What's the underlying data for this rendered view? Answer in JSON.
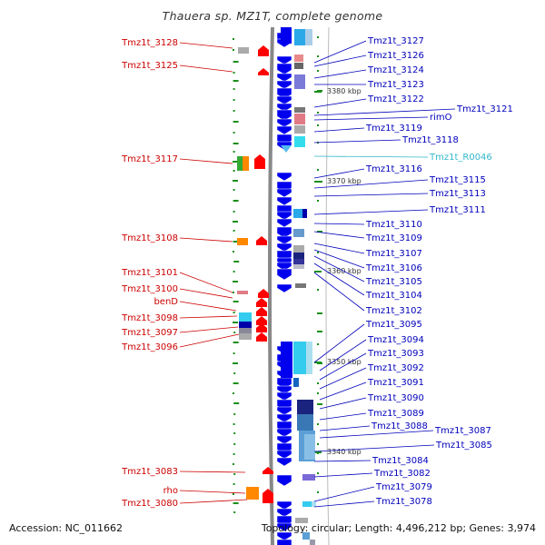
{
  "title": "Thauera sp. MZ1T, complete genome",
  "footer": {
    "accession": "Accession: NC_011662",
    "topology": "Topology: circular; Length: 4,496,212 bp; Genes: 3,974"
  },
  "colors": {
    "forward_strand": "#0000ee",
    "reverse_strand": "#ff0000",
    "left_label": "#cc0000",
    "right_label": "#0000bb",
    "rna_label": "#33b8cc",
    "tick": "#1a8f1a"
  },
  "ticks": [
    {
      "label": "3380 kbp"
    },
    {
      "label": "3370 kbp"
    },
    {
      "label": "3360 kbp"
    },
    {
      "label": "3350 kbp"
    },
    {
      "label": "3340 kbp"
    }
  ],
  "left_genes": [
    "Tmz1t_3128",
    "Tmz1t_3125",
    "Tmz1t_3117",
    "Tmz1t_3108",
    "Tmz1t_3101",
    "Tmz1t_3100",
    "benD",
    "Tmz1t_3098",
    "Tmz1t_3097",
    "Tmz1t_3096",
    "Tmz1t_3083",
    "rho",
    "Tmz1t_3080"
  ],
  "right_genes": [
    "Tmz1t_3127",
    "Tmz1t_3126",
    "Tmz1t_3124",
    "Tmz1t_3123",
    "Tmz1t_3122",
    "Tmz1t_3121",
    "rimO",
    "Tmz1t_3119",
    "Tmz1t_3118",
    "Tmz1t_R0046",
    "Tmz1t_3116",
    "Tmz1t_3115",
    "Tmz1t_3113",
    "Tmz1t_3111",
    "Tmz1t_3110",
    "Tmz1t_3109",
    "Tmz1t_3107",
    "Tmz1t_3106",
    "Tmz1t_3105",
    "Tmz1t_3104",
    "Tmz1t_3102",
    "Tmz1t_3095",
    "Tmz1t_3094",
    "Tmz1t_3093",
    "Tmz1t_3092",
    "Tmz1t_3091",
    "Tmz1t_3090",
    "Tmz1t_3089",
    "Tmz1t_3088",
    "Tmz1t_3087",
    "Tmz1t_3085",
    "Tmz1t_3084",
    "Tmz1t_3082",
    "Tmz1t_3079",
    "Tmz1t_3078"
  ]
}
